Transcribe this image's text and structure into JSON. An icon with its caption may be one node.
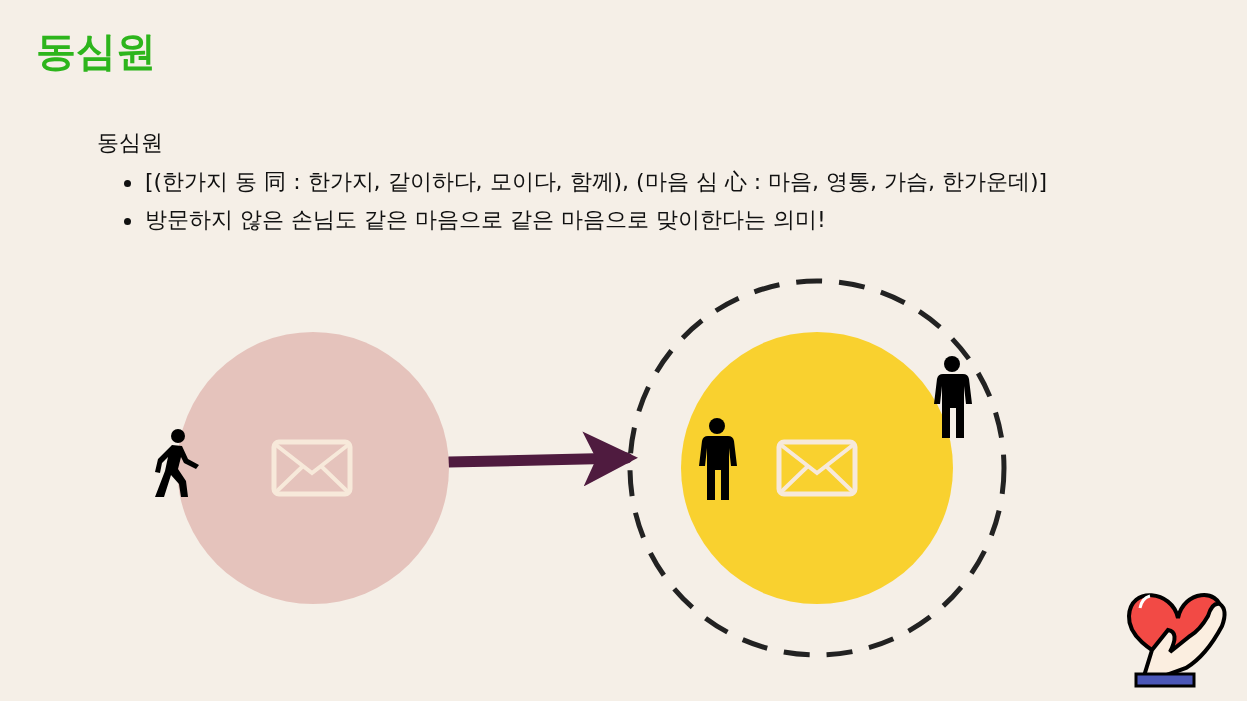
{
  "diagram": {
    "title": "동심원",
    "nodes": [
      {
        "text": [],
        "shape": "circle"
      },
      {
        "text": [],
        "shape": "circle"
      },
      {
        "text": [],
        "shape": "circle",
        "in": 1
      }
    ],
    "edges": [
      {
        "from": 0,
        "to": 1,
        "arrow": "to",
        "color": "#4f1b3f"
      }
    ],
    "labels": [
      "동심원",
      "[(한가지 동 同 : 한가지, 같이하다, 모이다, 함께), (마음 심 心 : 마음, 영통, 가슴, 한가운데)]",
      "방문하지 않은 손님도 같은 마음으로 같은 마음으로 맞이한다는 의미!"
    ]
  }
}
